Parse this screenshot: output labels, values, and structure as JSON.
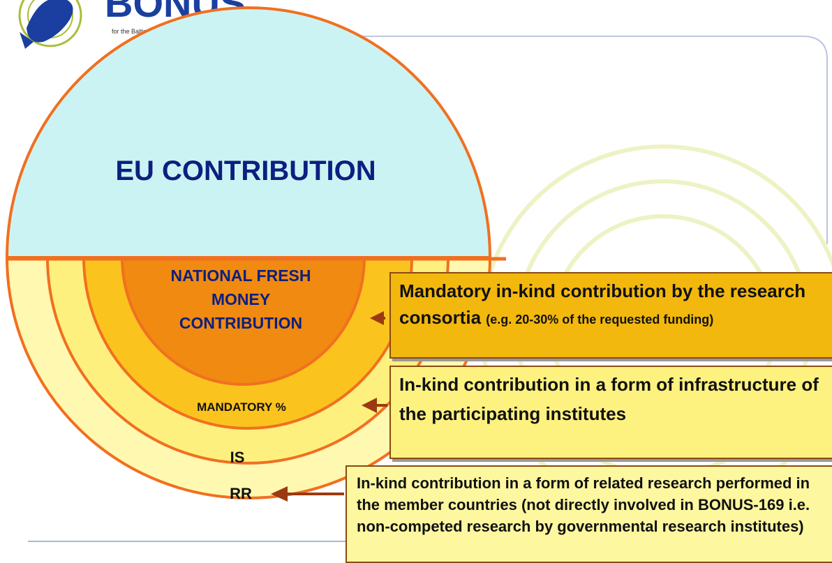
{
  "logo": {
    "text": "BONUS",
    "tagline": "for the Baltic Sea"
  },
  "diagram": {
    "eu_label": "EU CONTRIBUTION",
    "national_label_lines": [
      "NATIONAL FRESH",
      "MONEY",
      "CONTRIBUTION"
    ],
    "mandatory_label": "MANDATORY %",
    "is_label": "IS",
    "rr_label": "RR"
  },
  "callouts": {
    "mandatory": {
      "main": "Mandatory in-kind contribution by the research consortia",
      "small": "(e.g. 20-30% of the requested funding)"
    },
    "infrastructure": {
      "text": "In-kind contribution in a form of infrastructure of the participating institutes"
    },
    "related": {
      "text": "In-kind contribution in a form of related research performed in the member countries (not directly involved in BONUS-169 i.e. non-competed research by governmental research institutes)"
    }
  },
  "colors": {
    "eu_fill": "#ccf3f3",
    "ring_outline": "#f07020",
    "national_fill": "#f08a10",
    "mandatory_fill": "#fbc31e",
    "is_fill": "#fef07e",
    "rr_fill": "#fff8b0",
    "label_navy": "#0d1f80",
    "arrow": "#9b3a10",
    "watermark": "#eef2c4"
  }
}
